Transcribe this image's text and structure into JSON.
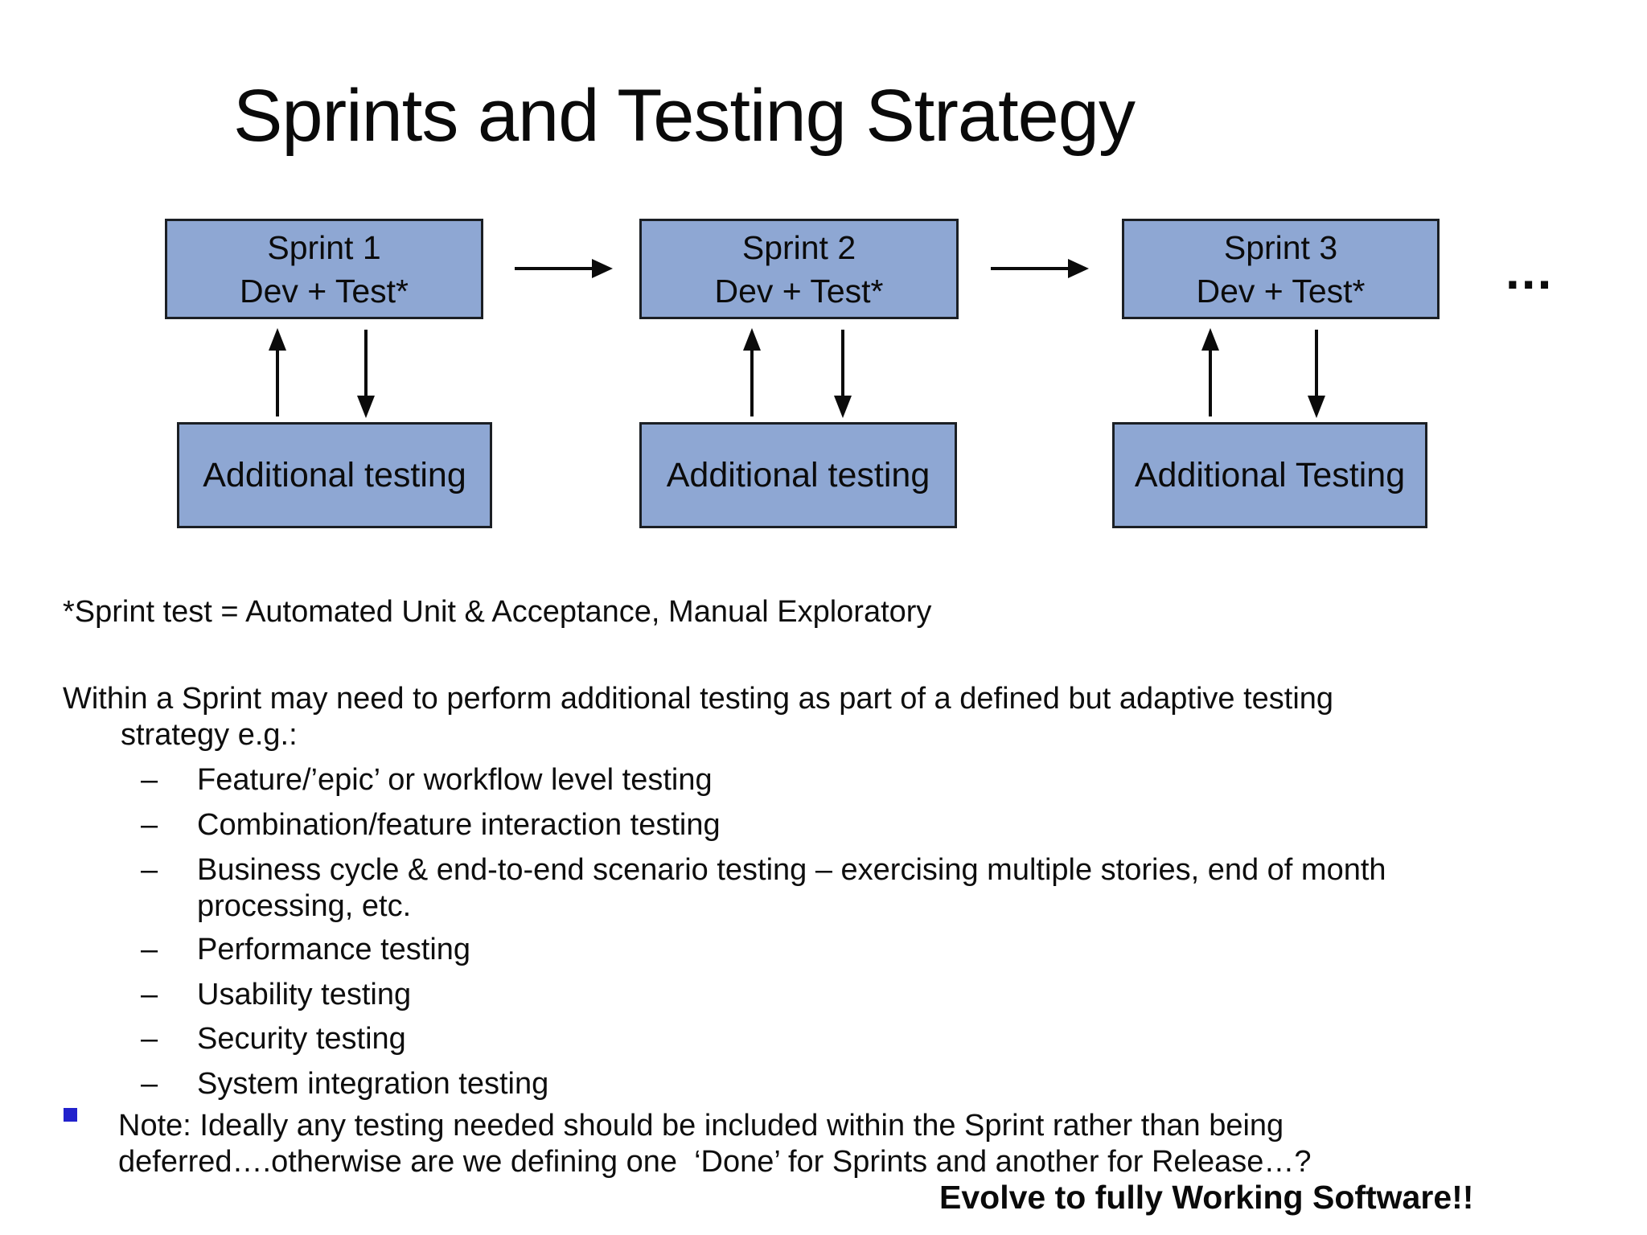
{
  "slide": {
    "title": "Sprints and Testing Strategy",
    "colors": {
      "background": "#ffffff",
      "box_fill": "#8ea7d3",
      "box_border": "#1b1f24",
      "note_bullet_blue": "#2222cc",
      "text": "#0e0e0e"
    },
    "diagram": {
      "sprints": [
        {
          "line1": "Sprint 1",
          "line2": "Dev + Test*"
        },
        {
          "line1": "Sprint 2",
          "line2": "Dev + Test*"
        },
        {
          "line1": "Sprint 3",
          "line2": "Dev + Test*"
        }
      ],
      "additional": [
        {
          "label": "Additional testing"
        },
        {
          "label": "Additional testing"
        },
        {
          "label": "Additional Testing"
        }
      ],
      "ellipsis": "...",
      "arrows": [
        "sprint1-to-sprint2",
        "sprint2-to-sprint3",
        "additional1-up",
        "sprint1-down",
        "additional2-up",
        "sprint2-down",
        "additional3-up",
        "sprint3-down"
      ]
    },
    "footnote": "*Sprint test = Automated Unit & Acceptance, Manual Exploratory",
    "intro": {
      "line1": "Within a Sprint may need to perform additional testing as part of a defined but adaptive testing",
      "line2": "strategy e.g.:"
    },
    "dash_char": "–",
    "items": [
      {
        "text": "Feature/’epic’ or workflow level testing"
      },
      {
        "text": "Combination/feature interaction testing"
      },
      {
        "line1": "Business cycle & end-to-end scenario testing – exercising multiple stories, end of month",
        "line2": "processing, etc."
      },
      {
        "text": "Performance testing"
      },
      {
        "text": "Usability testing"
      },
      {
        "text": "Security testing"
      },
      {
        "text": "System integration testing"
      }
    ],
    "note": {
      "line1": "Note: Ideally any testing needed should be included within the Sprint rather than being",
      "line2": "deferred….otherwise are we defining one  ‘Done’ for Sprints and another for Release…?"
    },
    "evolve": "Evolve to fully Working Software!!"
  }
}
